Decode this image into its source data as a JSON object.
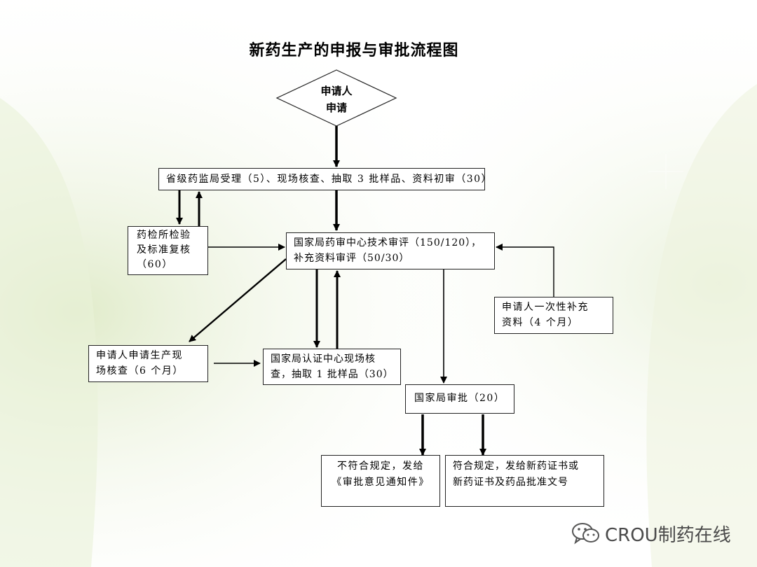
{
  "title": "新药生产的申报与审批流程图",
  "nodes": {
    "start_line1": "申请人",
    "start_line2": "申请",
    "provincial": "省级药监局受理（5）、现场核查、抽取 3 批样品、资料初审（30）",
    "lab_line1": "药检所检验",
    "lab_line2": "及标准复核",
    "lab_line3": "（60）",
    "cde_line1": "国家局药审中心技术审评（150/120），",
    "cde_line2": "补充资料审评（50/30）",
    "supplement_line1": "申请人一次性补充",
    "supplement_line2": "资料（4 个月）",
    "site_request_line1": "申请人申请生产现",
    "site_request_line2": "场核查（6 个月）",
    "cert_center_line1": "国家局认证中心现场核",
    "cert_center_line2": "查，抽取 1 批样品（30）",
    "approval": "国家局审批（20）",
    "reject_line1": "不符合规定，发给",
    "reject_line2": "《审批意见通知件》",
    "accept_line1": "符合规定，发给新药证书或",
    "accept_line2": "新药证书及药品批准文号"
  },
  "watermark": {
    "text": "CROU制药在线",
    "icon": "wechat-icon"
  },
  "colors": {
    "line": "#000000",
    "box_border": "#222222",
    "bg_tint": "#e6f0cf"
  }
}
